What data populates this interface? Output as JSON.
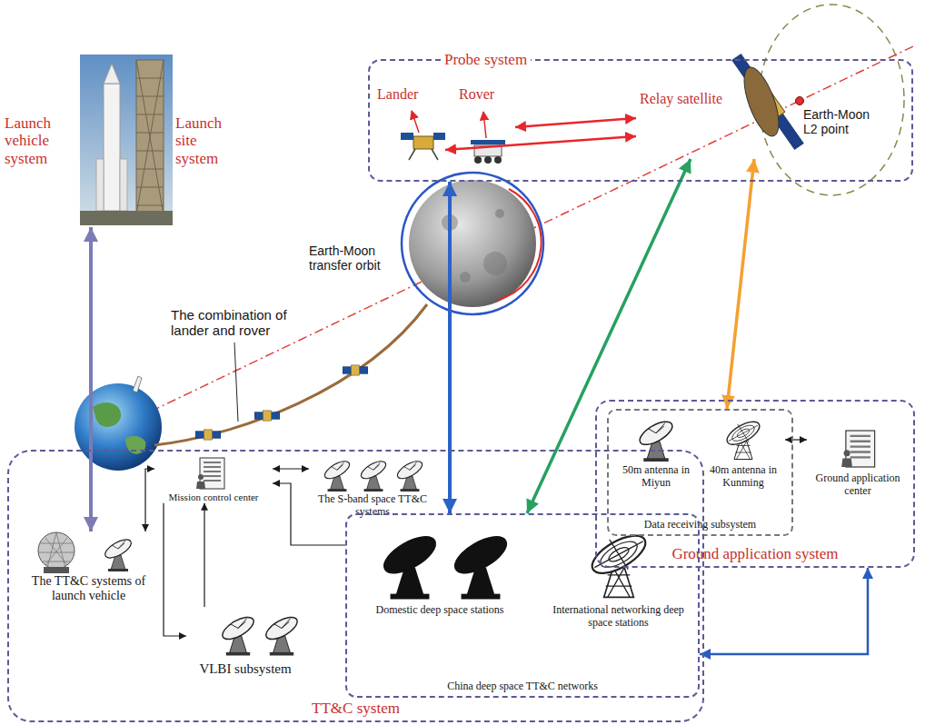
{
  "diagram": {
    "nodes": [
      {
        "text": [
          "Launch vehicle system",
          "Launch site system"
        ]
      },
      {
        "text": [
          "Probe system"
        ]
      },
      {
        "text": [
          "Lander"
        ],
        "in": 1
      },
      {
        "text": [
          "Rover"
        ],
        "in": 1
      },
      {
        "text": [
          "Relay satellite"
        ],
        "in": 1
      },
      {
        "text": [
          "Ground application system"
        ]
      },
      {
        "text": [
          "Data receiving subsystem"
        ],
        "in": 5
      },
      {
        "text": [
          "50m antenna in Miyun"
        ],
        "in": 6
      },
      {
        "text": [
          "40m antenna in Kunming"
        ],
        "in": 6
      },
      {
        "text": [
          "Ground application center"
        ],
        "in": 5
      },
      {
        "text": [
          "TT&C system"
        ]
      },
      {
        "text": [
          "Mission control center"
        ],
        "in": 10
      },
      {
        "text": [
          "The S-band space TT&C systems"
        ],
        "in": 10
      },
      {
        "text": [
          "The TT&C systems of launch vehicle"
        ],
        "in": 10
      },
      {
        "text": [
          "VLBI subsystem"
        ],
        "in": 10
      },
      {
        "text": [
          "China deep space TT&C networks"
        ],
        "in": 10
      },
      {
        "text": [
          "Domestic deep space stations"
        ],
        "in": 15
      },
      {
        "text": [
          "International networking deep space stations"
        ],
        "in": 15
      }
    ],
    "edges": [
      {
        "from": 0,
        "to": 13,
        "arrow": "both"
      },
      {
        "from": 2,
        "to": 4,
        "arrow": "both"
      },
      {
        "from": 3,
        "to": 4,
        "arrow": "both"
      },
      {
        "from": 1,
        "to": 15,
        "arrow": "both"
      },
      {
        "from": 4,
        "to": 15,
        "arrow": "both"
      },
      {
        "from": 4,
        "to": 6,
        "arrow": "both"
      },
      {
        "from": 15,
        "to": 5,
        "arrow": "both"
      },
      {
        "from": 11,
        "to": 12,
        "arrow": "both"
      },
      {
        "from": 11,
        "to": 13,
        "arrow": "both"
      },
      {
        "from": 11,
        "to": 14,
        "arrow": "to"
      },
      {
        "from": 14,
        "to": 11,
        "arrow": "to"
      },
      {
        "from": 15,
        "to": 11,
        "arrow": "to"
      },
      {
        "from": 8,
        "to": 9,
        "arrow": "both"
      }
    ],
    "labels": [
      "Earth-Moon L2 point",
      "Earth-Moon transfer orbit",
      "The combination of lander and rover"
    ]
  }
}
